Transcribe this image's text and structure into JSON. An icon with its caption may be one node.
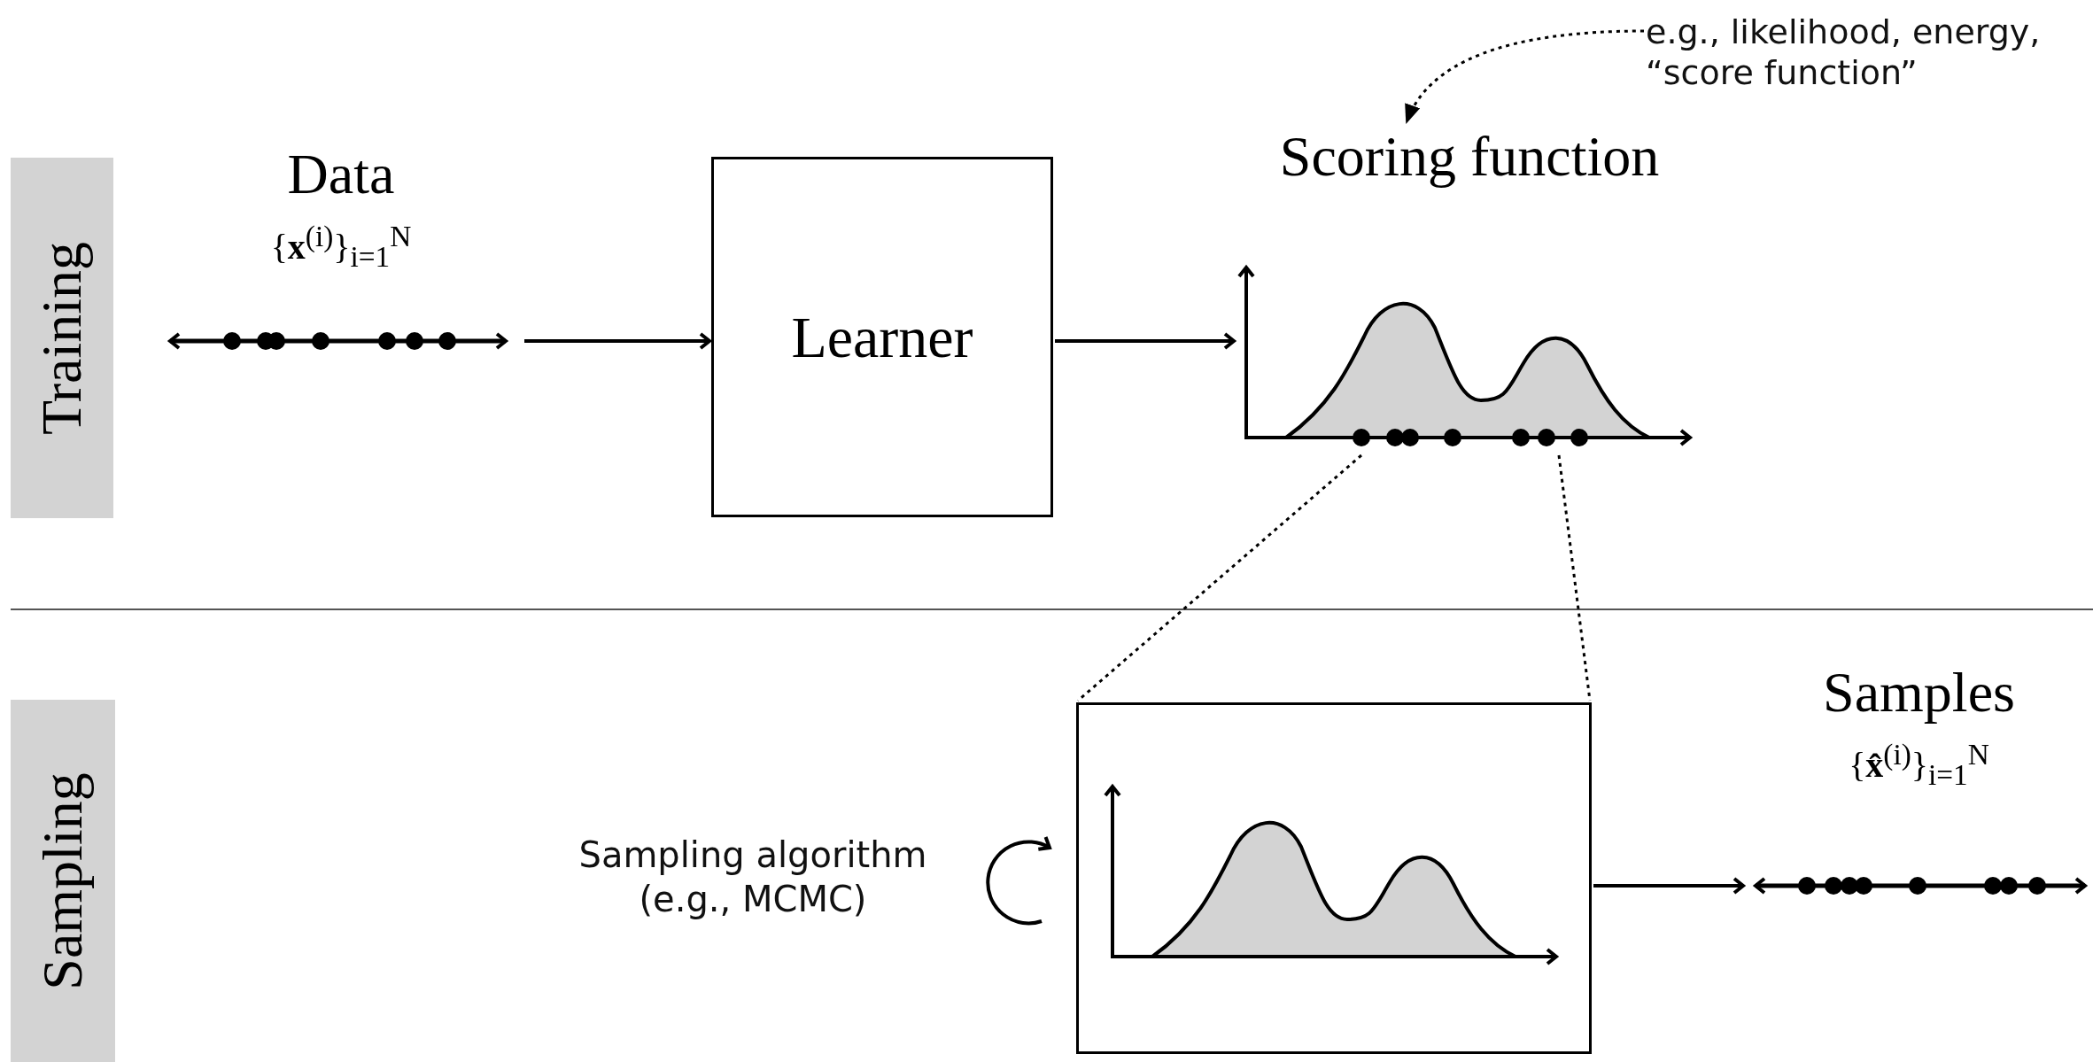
{
  "diagram": {
    "nodes": [
      {
        "text": [
          "Training"
        ]
      },
      {
        "text": [
          "Data",
          "{**x**$^{(i)}$}$_{i=1}$$^{N}$"
        ]
      },
      {
        "text": [
          "Learner"
        ]
      },
      {
        "text": [
          "Scoring function"
        ]
      },
      {
        "text": [
          "e.g., likelihood, energy, “score function”"
        ]
      },
      {
        "text": [
          "Sampling"
        ]
      },
      {
        "text": [],
        "shape": "box"
      },
      {
        "text": [
          "Samples",
          "{**x̂**$^{(i)}$}$_{i=1}$$^{N}$"
        ]
      }
    ],
    "edges": [
      {
        "from": 1,
        "to": 2,
        "arrow": "to"
      },
      {
        "from": 2,
        "to": 3,
        "arrow": "to"
      },
      {
        "from": 4,
        "to": 3,
        "arrow": "to",
        "style": "dashed"
      },
      {
        "from": 3,
        "to": 6,
        "arrow": "none",
        "style": "dashed"
      },
      {
        "from": 3,
        "to": 6,
        "arrow": "none",
        "style": "dashed"
      },
      {
        "from": 6,
        "to": 7,
        "arrow": "to"
      }
    ],
    "labels": [
      "Sampling algorithm (e.g., MCMC)"
    ]
  }
}
